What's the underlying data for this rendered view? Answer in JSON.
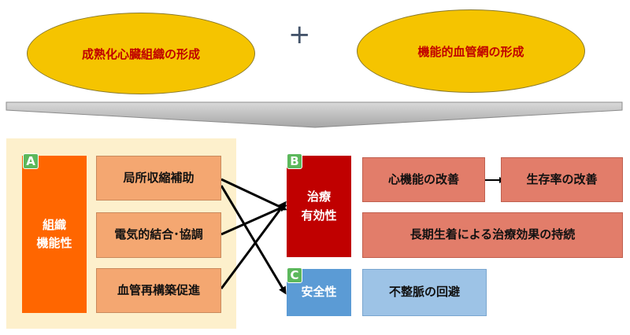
{
  "top": {
    "left_goal": "成熟化心臓組織の形成",
    "plus": "+",
    "right_goal": "機能的血管網の形成"
  },
  "section_a": {
    "badge": "A",
    "title_line1": "組織",
    "title_line2": "機能性",
    "items": [
      "局所収縮補助",
      "電気的結合･協調",
      "血管再構築促進"
    ]
  },
  "section_b": {
    "badge": "B",
    "title_line1": "治療",
    "title_line2": "有効性",
    "outcome_1": "心機能の改善",
    "outcome_2": "生存率の改善",
    "outcome_3": "長期生着による治療効果の持続"
  },
  "section_c": {
    "badge": "C",
    "title": "安全性",
    "outcome": "不整脈の回避"
  },
  "colors": {
    "ellipse_fill": "#f5c400",
    "panel_a": "#fdf0cc",
    "block_a": "#ff6600",
    "block_b": "#c00000",
    "block_c": "#5b9bd5",
    "outcome_c": "#9dc3e6",
    "badge_green": "#5cb85c"
  }
}
